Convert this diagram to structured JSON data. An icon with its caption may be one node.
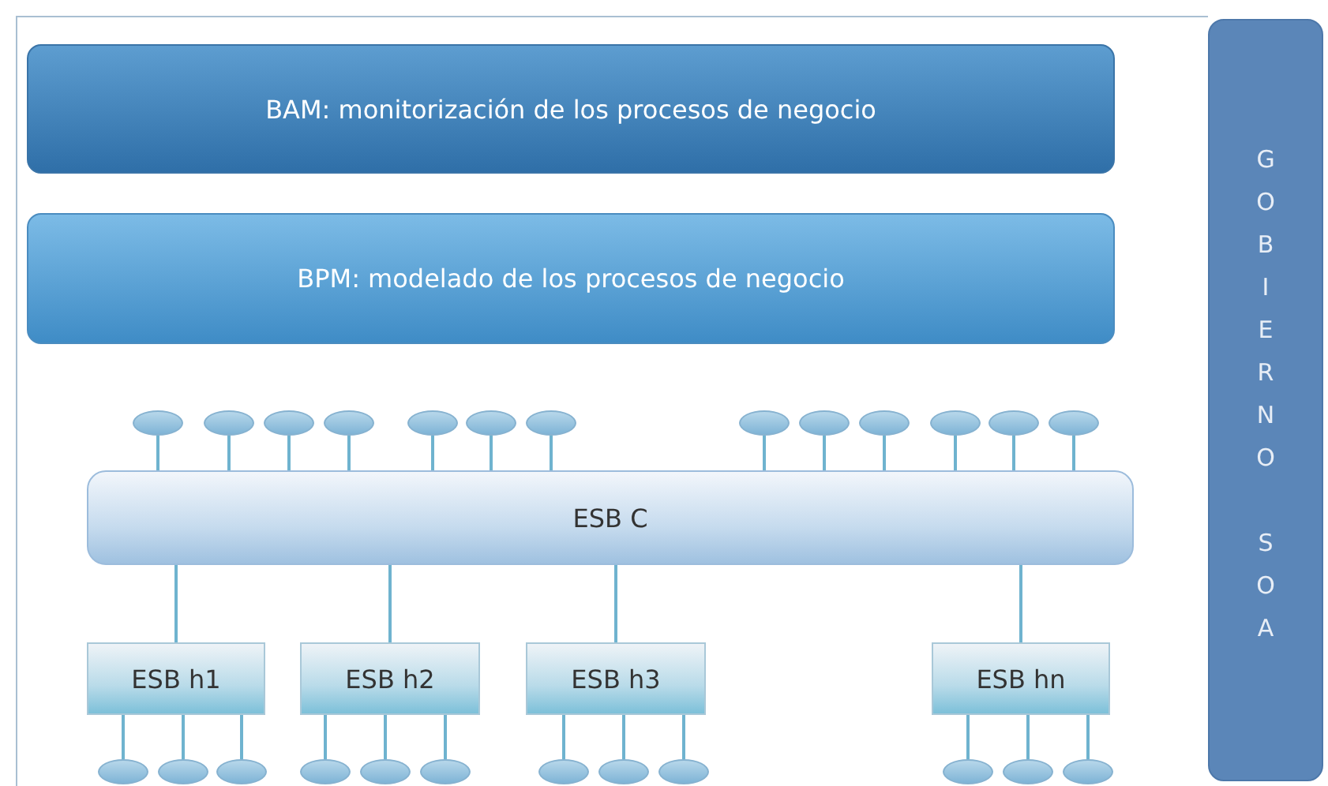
{
  "diagram": {
    "nodes": [
      {
        "text": [
          "BAM: monitorización de los procesos de negocio"
        ]
      },
      {
        "text": [
          "GOBIERNO SOA"
        ]
      },
      {
        "text": [
          "BPM: modelado de los procesos de negocio"
        ]
      },
      {
        "text": [],
        "shape": "ellipse"
      },
      {
        "text": [],
        "shape": "ellipse"
      },
      {
        "text": [],
        "shape": "ellipse"
      },
      {
        "text": [],
        "shape": "ellipse"
      },
      {
        "text": [],
        "shape": "ellipse"
      },
      {
        "text": [],
        "shape": "ellipse"
      },
      {
        "text": [],
        "shape": "ellipse"
      },
      {
        "text": [],
        "shape": "ellipse"
      },
      {
        "text": [],
        "shape": "ellipse"
      },
      {
        "text": [],
        "shape": "ellipse"
      },
      {
        "text": [],
        "shape": "ellipse"
      },
      {
        "text": [],
        "shape": "ellipse"
      },
      {
        "text": [],
        "shape": "ellipse"
      },
      {
        "text": [
          "ESB C"
        ]
      },
      {
        "text": [
          "ESB h1"
        ]
      },
      {
        "text": [
          "ESB h2"
        ]
      },
      {
        "text": [
          "ESB h3"
        ]
      },
      {
        "text": [
          "ESB hn"
        ]
      },
      {
        "text": [],
        "shape": "ellipse"
      },
      {
        "text": [],
        "shape": "ellipse"
      },
      {
        "text": [],
        "shape": "ellipse"
      },
      {
        "text": [],
        "shape": "ellipse"
      },
      {
        "text": [],
        "shape": "ellipse"
      },
      {
        "text": [],
        "shape": "ellipse"
      },
      {
        "text": [],
        "shape": "ellipse"
      },
      {
        "text": [],
        "shape": "ellipse"
      },
      {
        "text": [],
        "shape": "ellipse"
      },
      {
        "text": [],
        "shape": "ellipse"
      },
      {
        "text": [],
        "shape": "ellipse"
      },
      {
        "text": [],
        "shape": "ellipse"
      }
    ],
    "edges": [
      {
        "from": 3,
        "to": 16,
        "arrow": "none"
      },
      {
        "from": 4,
        "to": 16,
        "arrow": "none"
      },
      {
        "from": 5,
        "to": 16,
        "arrow": "none"
      },
      {
        "from": 6,
        "to": 16,
        "arrow": "none"
      },
      {
        "from": 7,
        "to": 16,
        "arrow": "none"
      },
      {
        "from": 8,
        "to": 16,
        "arrow": "none"
      },
      {
        "from": 9,
        "to": 16,
        "arrow": "none"
      },
      {
        "from": 10,
        "to": 16,
        "arrow": "none"
      },
      {
        "from": 11,
        "to": 16,
        "arrow": "none"
      },
      {
        "from": 12,
        "to": 16,
        "arrow": "none"
      },
      {
        "from": 13,
        "to": 16,
        "arrow": "none"
      },
      {
        "from": 14,
        "to": 16,
        "arrow": "none"
      },
      {
        "from": 15,
        "to": 16,
        "arrow": "none"
      },
      {
        "from": 16,
        "to": 17,
        "arrow": "none"
      },
      {
        "from": 16,
        "to": 18,
        "arrow": "none"
      },
      {
        "from": 16,
        "to": 19,
        "arrow": "none"
      },
      {
        "from": 16,
        "to": 20,
        "arrow": "none"
      },
      {
        "from": 17,
        "to": 21,
        "arrow": "none"
      },
      {
        "from": 17,
        "to": 22,
        "arrow": "none"
      },
      {
        "from": 17,
        "to": 23,
        "arrow": "none"
      },
      {
        "from": 18,
        "to": 24,
        "arrow": "none"
      },
      {
        "from": 18,
        "to": 25,
        "arrow": "none"
      },
      {
        "from": 18,
        "to": 26,
        "arrow": "none"
      },
      {
        "from": 19,
        "to": 27,
        "arrow": "none"
      },
      {
        "from": 19,
        "to": 28,
        "arrow": "none"
      },
      {
        "from": 19,
        "to": 29,
        "arrow": "none"
      },
      {
        "from": 20,
        "to": 30,
        "arrow": "none"
      },
      {
        "from": 20,
        "to": 31,
        "arrow": "none"
      },
      {
        "from": 20,
        "to": 32,
        "arrow": "none"
      }
    ]
  }
}
